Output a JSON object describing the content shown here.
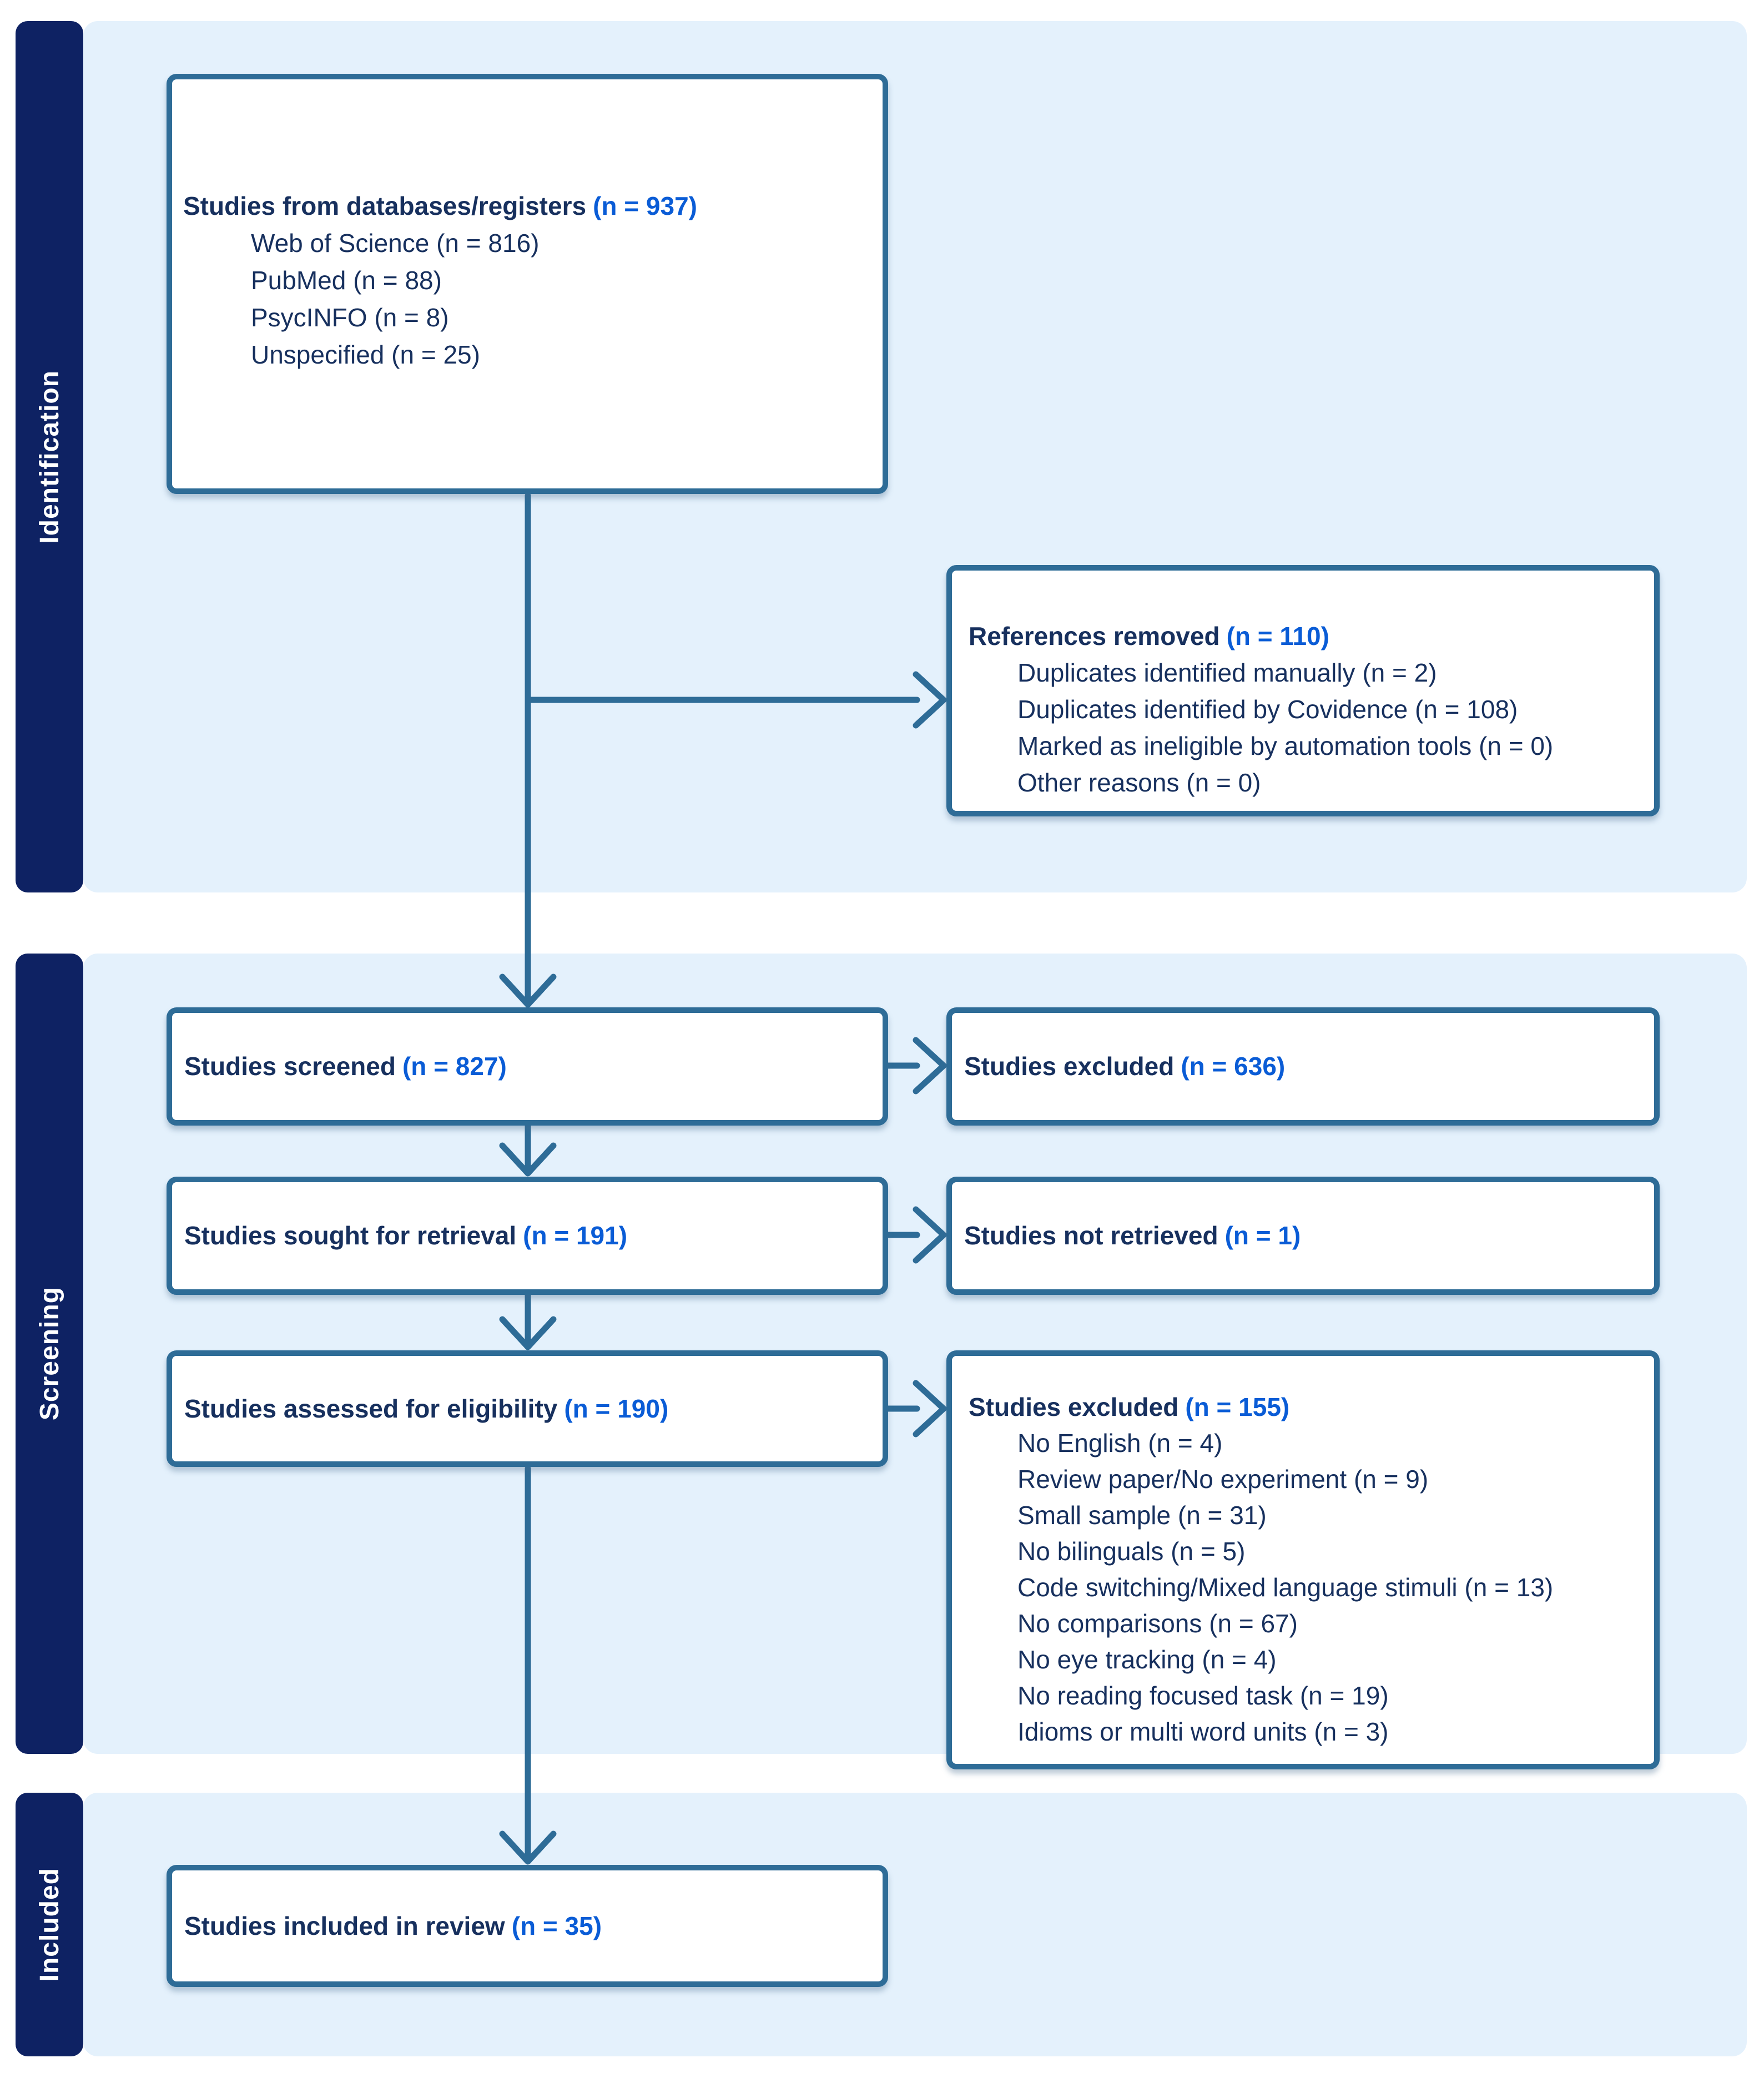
{
  "palette": {
    "sidebar_navy": "#0E2263",
    "band_light_blue": "#E4F1FC",
    "box_border_steel_blue": "#2E6C97",
    "text_navy": "#17305E",
    "count_blue": "#0A5CD6"
  },
  "sidebar": {
    "identification": "Identification",
    "screening": "Screening",
    "included": "Included"
  },
  "boxes": {
    "databases": {
      "title": "Studies from databases/registers",
      "n": "(n = 937)",
      "items": [
        "Web of Science (n = 816)",
        "PubMed (n = 88)",
        "PsycINFO (n = 8)",
        "Unspecified (n = 25)"
      ]
    },
    "references_removed": {
      "title": "References removed",
      "n": "(n = 110)",
      "items": [
        "Duplicates identified manually (n = 2)",
        "Duplicates identified by Covidence (n = 108)",
        "Marked as ineligible by automation tools (n = 0)",
        "Other reasons (n = 0)"
      ]
    },
    "screened": {
      "title": "Studies screened",
      "n": "(n = 827)"
    },
    "excluded_screening": {
      "title": "Studies excluded",
      "n": "(n = 636)"
    },
    "sought": {
      "title": "Studies sought for retrieval",
      "n": "(n = 191)"
    },
    "not_retrieved": {
      "title": "Studies not retrieved",
      "n": "(n = 1)"
    },
    "assessed": {
      "title": "Studies assessed for eligibility",
      "n": "(n = 190)"
    },
    "excluded_eligibility": {
      "title": "Studies excluded",
      "n": "(n = 155)",
      "items": [
        "No English (n = 4)",
        "Review paper/No experiment (n = 9)",
        "Small sample (n = 31)",
        "No bilinguals (n = 5)",
        "Code switching/Mixed language stimuli (n = 13)",
        "No comparisons (n = 67)",
        "No eye tracking (n = 4)",
        "No reading focused task (n = 19)",
        "Idioms or multi word units (n = 3)"
      ]
    },
    "included_review": {
      "title": "Studies included in review",
      "n": "(n = 35)"
    }
  }
}
